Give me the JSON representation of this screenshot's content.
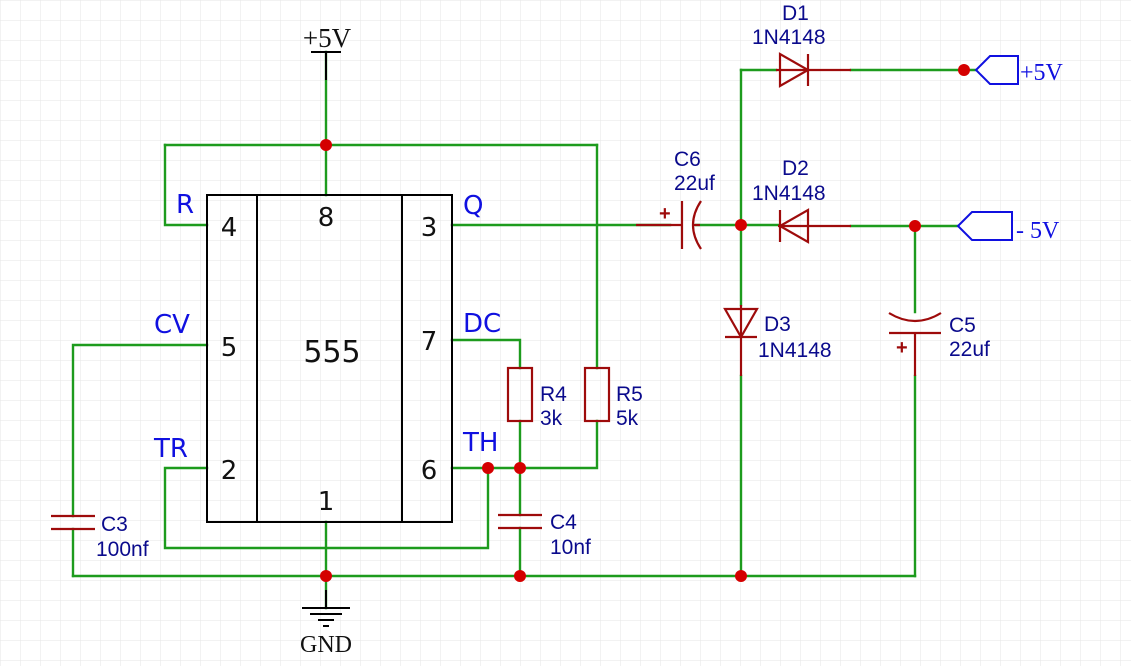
{
  "ic": {
    "name": "555",
    "pins": {
      "p4": {
        "num": "4",
        "label": "R"
      },
      "p8": {
        "num": "8"
      },
      "p3": {
        "num": "3",
        "label": "Q"
      },
      "p5": {
        "num": "5",
        "label": "CV"
      },
      "p7": {
        "num": "7",
        "label": "DC"
      },
      "p2": {
        "num": "2",
        "label": "TR"
      },
      "p6": {
        "num": "6",
        "label": "TH"
      },
      "p1": {
        "num": "1"
      }
    }
  },
  "power": {
    "vcc": "+5V",
    "gnd": "GND"
  },
  "components": {
    "d1": {
      "ref": "D1",
      "value": "1N4148"
    },
    "d2": {
      "ref": "D2",
      "value": "1N4148"
    },
    "d3": {
      "ref": "D3",
      "value": "1N4148"
    },
    "c6": {
      "ref": "C6",
      "value": "22uf"
    },
    "c5": {
      "ref": "C5",
      "value": "22uf"
    },
    "c3": {
      "ref": "C3",
      "value": "100nf"
    },
    "c4": {
      "ref": "C4",
      "value": "10nf"
    },
    "r4": {
      "ref": "R4",
      "value": "3k"
    },
    "r5": {
      "ref": "R5",
      "value": "5k"
    }
  },
  "ports": {
    "pos": "+5V",
    "neg": "- 5V"
  },
  "colors": {
    "wire": "#1d9b1d",
    "part": "#9e0b0b",
    "label": "#1010e0",
    "junction": "#d40000",
    "grid": "#e6e6e6"
  }
}
